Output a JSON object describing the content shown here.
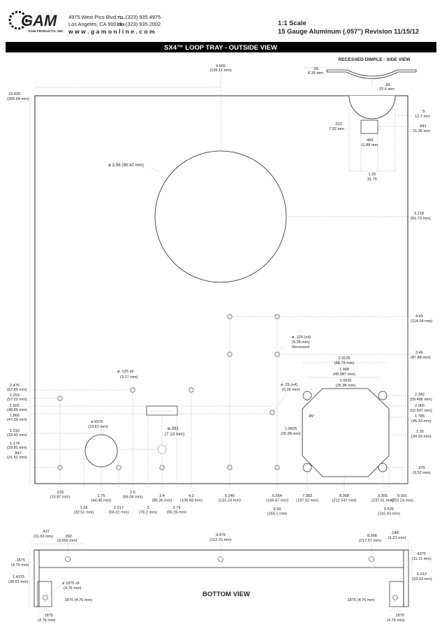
{
  "header": {
    "logo_text": "GAM",
    "logo_sub": "GAM PRODUCTS, INC.",
    "address1": "4975 West Pico Blvd.",
    "address2": "Los Angeles, CA 90019",
    "tel_label": "TEL:",
    "tel": "(323) 935.4975",
    "fax_label": "FAX:",
    "fax": "(323) 935.2002",
    "web": "w w w . g a m o n l i n e . c o m",
    "scale": "1:1 Scale",
    "material": "15 Gauge Aluminum (.057\") Revision 11/15/12"
  },
  "title_bar": "SX4™ LOOP TRAY - OUTSIDE VIEW",
  "outside_view": {
    "big_hole_label": "ø 3.56 (90.42 mm)",
    "width_label": "4.965",
    "width_mm": "(126.11 mm)",
    "height_label": "10.435",
    "height_mm": "(265.04 mm)",
    "right_3218": "3.218",
    "right_3218_mm": "(81.73 mm)",
    "right_449": "4.49",
    "right_449_mm": "(114.04 mm)",
    "right_346": "3.46",
    "right_346_mm": "(87.88 mm)",
    "right_2342": "2.342",
    "right_2342_mm": "(59.486 mm)",
    "right_2065": "2.065",
    "right_2065_mm": "(52.547 mm)",
    "right_1785": "1.785",
    "right_1785_mm": "(45.33 mm)",
    "right_135": "1.35",
    "right_135_mm": "(34.29 mm)",
    "right_375": ".375",
    "right_375_mm": "(9.52 mm)",
    "left_2476": "2.476",
    "left_2476_mm": "(62.89 mm)",
    "left_2253": "2.253",
    "left_2253_mm": "(57.22 mm)",
    "left_1925": "1.925",
    "left_1925_mm": "(48.89 mm)",
    "left_1866": "1.866",
    "left_1866_mm": "(47.39 mm)",
    "left_1316": "1.316",
    "left_1316_mm": "(33.42 mm)",
    "left_1174": "1.174",
    "left_1174_mm": "(29.81 mm)",
    "left_847": ".847",
    "left_847_mm": "(21.51 mm)",
    "note_125x4": "ø .125 (x4)",
    "note_125x4_mm": "(6.35 mm)",
    "note_recessed": "Recessed",
    "note_125x9": "ø .125 x9",
    "note_125x9_mm": "(3.17 mm)",
    "note_25x4": "ø .25 (x4)",
    "note_25x4_mm": "(6.35 mm)",
    "note_9375": "ø.9375",
    "note_9375_mm": "(23.81 mm)",
    "note_281": "ø.281",
    "note_281_mm": "(7.13 mm)",
    "oct_23125": "2.3125",
    "oct_23125_mm": "(58.73 mm)",
    "oct_1968": "1.968",
    "oct_1968_mm": "(49.987 mm)",
    "oct_10625": "1.0625",
    "oct_10625_mm": "(26.98 mm)",
    "oct_10625b": "1.0625",
    "oct_10625b_mm": "(26.98 mm)",
    "oct_angle": "45°",
    "bottom_dims": [
      {
        "v": ".625",
        "mm": "(15.87 mm)"
      },
      {
        "v": "1.28",
        "mm": "(32.51 mm)"
      },
      {
        "v": "1.75",
        "mm": "(44.45 mm)"
      },
      {
        "v": "2.217",
        "mm": "(56.31 mm)"
      },
      {
        "v": "2.6",
        "mm": "(66.04 mm)"
      },
      {
        "v": "3",
        "mm": "(76.2 mm)"
      },
      {
        "v": "3.4",
        "mm": "(86.36 mm)"
      },
      {
        "v": "3.79",
        "mm": "(96.26 mm)"
      },
      {
        "v": "4.2",
        "mm": "(106.68 mm)"
      },
      {
        "v": "5.246",
        "mm": "(133.24 mm)"
      },
      {
        "v": "6.554",
        "mm": "(166.47 mm)"
      },
      {
        "v": "6.50",
        "mm": "(165.1 mm)"
      },
      {
        "v": "7.383",
        "mm": "(187.52 mm)"
      },
      {
        "v": "8.368",
        "mm": "(212.547 mm)"
      },
      {
        "v": "9.355",
        "mm": "(237.61 mm)"
      },
      {
        "v": "9.525",
        "mm": "(241.93 mm)"
      },
      {
        "v": "9.931",
        "mm": "(252.24 mm)"
      }
    ]
  },
  "dimple": {
    "title": "RECESSED DIMPLE - SIDE VIEW",
    "d25": ".25",
    "d25_mm": "6.35 mm",
    "d89": ".89",
    "d89_mm": "22.6 mm",
    "d5": ".5",
    "d5_mm": "12.7 mm",
    "d841": ".841",
    "d841_mm": "21.36 mm",
    "d312": ".312",
    "d312_mm": "7.92 mm",
    "d468": ".468",
    "d468_mm": "11.88 mm",
    "d125": "1.25",
    "d125_mm": "31.75"
  },
  "bottom_view": {
    "title": "BOTTOM VIEW",
    "b437": ".437",
    "b437_mm": "(11.09 mm)",
    "b392": ".392",
    "b392_mm": "(9.956 mm)",
    "b4479": "4.479",
    "b4479_mm": "(113.76 mm)",
    "b8566": "8.566",
    "b8566_mm": "(217.57 mm)",
    "b048": ".048",
    "b048_mm": "(1.21 mm)",
    "b4375": ".4375",
    "b4375_mm": "(11.11 mm)",
    "b1312": "1.312",
    "b1312_mm": "(33.33 mm)",
    "b1875": ".1875",
    "b1875_mm": "(4.76 mm)",
    "b14375": "1.4375",
    "b14375_mm": "(36.51 mm)",
    "hole_note": "ø.1875 x5",
    "hole_note_mm": "(4.76 mm)",
    "mid_left": ".1875 (4.76 mm)",
    "mid_right": ".1875 (4.76 mm)",
    "foot_left": ".1875",
    "foot_left_mm": "(4.76 mm)",
    "foot_right": ".1875",
    "foot_right_mm": "(4.76 mm)"
  }
}
